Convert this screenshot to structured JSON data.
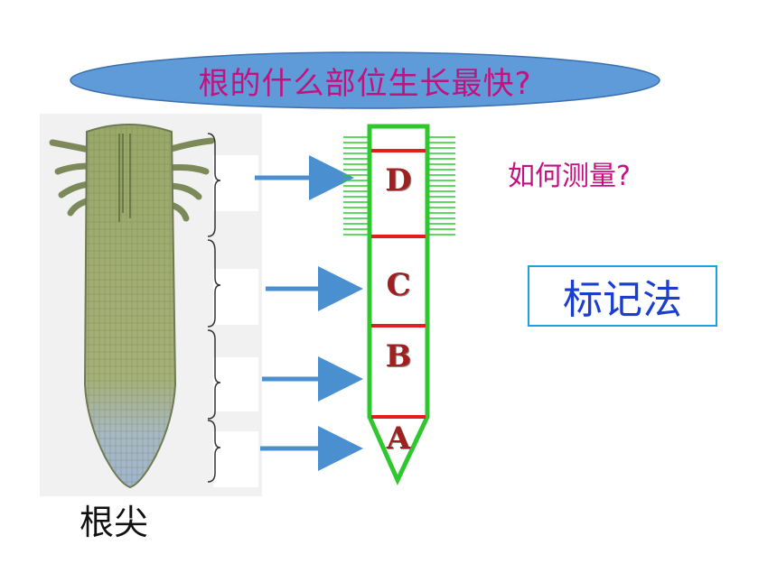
{
  "title": "根的什么部位生长最快?",
  "root_tip_label": "根尖",
  "question": "如何测量?",
  "method_label": "标记法",
  "zones": [
    {
      "letter": "D"
    },
    {
      "letter": "C"
    },
    {
      "letter": "B"
    },
    {
      "letter": "A"
    }
  ],
  "colors": {
    "ellipse_fill": "#5e9bd8",
    "title_text": "#c2127f",
    "root_outline": "#2ec82e",
    "zone_lines": "#e02020",
    "arrow": "#4a8fd0",
    "method_border": "#1ea0e0",
    "method_text": "#1a3fd0"
  }
}
